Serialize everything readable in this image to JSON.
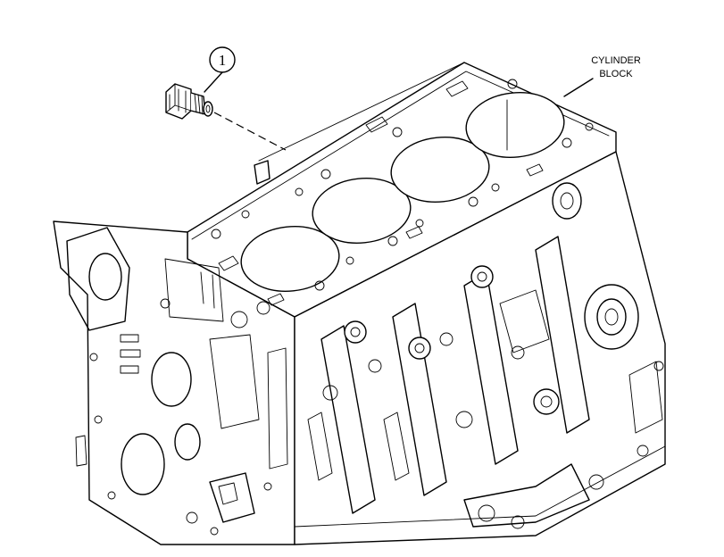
{
  "callout": {
    "number": "1"
  },
  "label": {
    "line1": "CYLINDER",
    "line2": "BLOCK"
  },
  "colors": {
    "ink": "#000000",
    "paper": "#ffffff"
  }
}
